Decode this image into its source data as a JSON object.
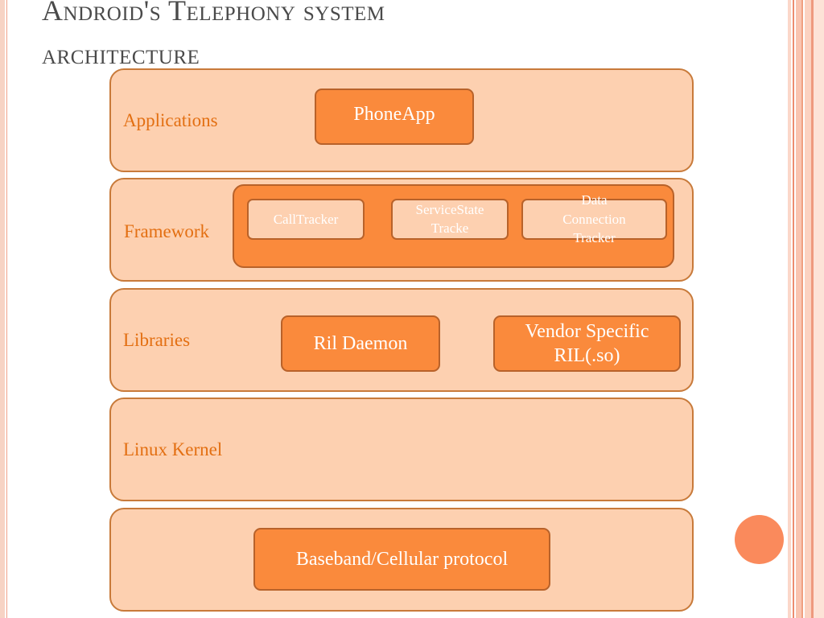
{
  "title": "Android's Telephony system\narchitecture",
  "layers": {
    "applications": {
      "label": "Applications"
    },
    "framework": {
      "label": "Framework"
    },
    "libraries": {
      "label": "Libraries"
    },
    "kernel": {
      "label": "Linux  Kernel"
    },
    "baseband": {
      "label": ""
    }
  },
  "components": {
    "phoneapp": "PhoneApp",
    "calltracker": "CallTracker",
    "servicestate": "ServiceState\nTracke",
    "dataconnection": "Data\nConnection\nTracker",
    "ril_daemon": "Ril Daemon",
    "vendor_ril": "Vendor Specific\nRIL(.so)",
    "baseband_protocol": "Baseband/Cellular protocol"
  },
  "colors": {
    "layer_fill": "#fdd0b0",
    "box_fill": "#fa8a3c",
    "label_text": "#e36f12",
    "accent_dot": "#fa8a5c"
  }
}
